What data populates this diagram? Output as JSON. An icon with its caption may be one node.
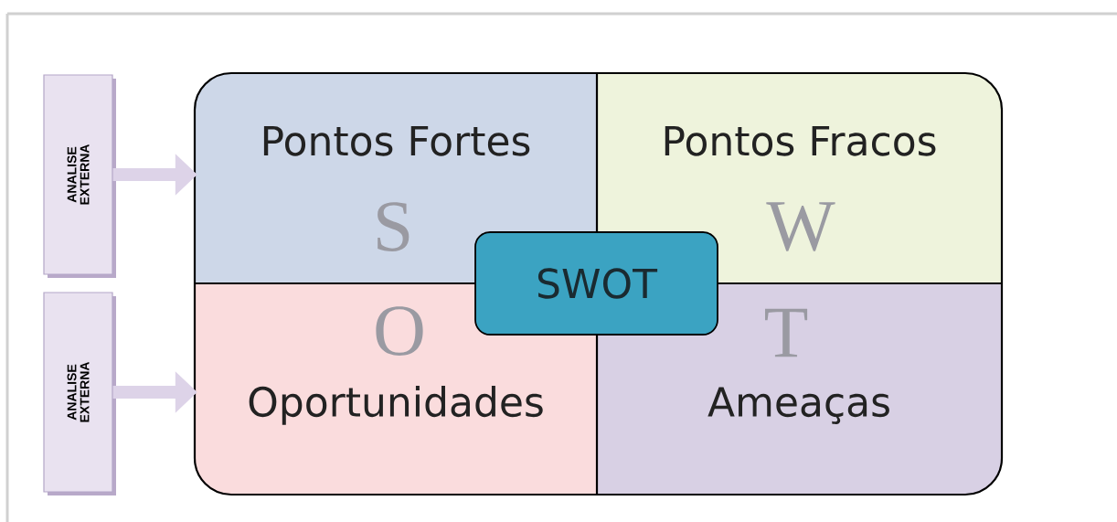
{
  "diagram": {
    "nodes": [
      {
        "text": [
          "ANALISE EXTERNA"
        ]
      },
      {
        "text": [
          "ANALISE EXTERNA"
        ]
      },
      {
        "text": [
          "Pontos Fortes"
        ]
      },
      {
        "text": [
          "Pontos Fracos"
        ]
      },
      {
        "text": [
          "Oportunidades"
        ]
      },
      {
        "text": [
          "Ameaças"
        ]
      },
      {
        "text": [
          "SWOT"
        ]
      }
    ],
    "edges": [
      {
        "from": 0,
        "to": 2,
        "arrow": "to"
      },
      {
        "from": 1,
        "to": 4,
        "arrow": "to"
      }
    ],
    "labels": [
      "S",
      "W",
      "O",
      "T"
    ]
  }
}
